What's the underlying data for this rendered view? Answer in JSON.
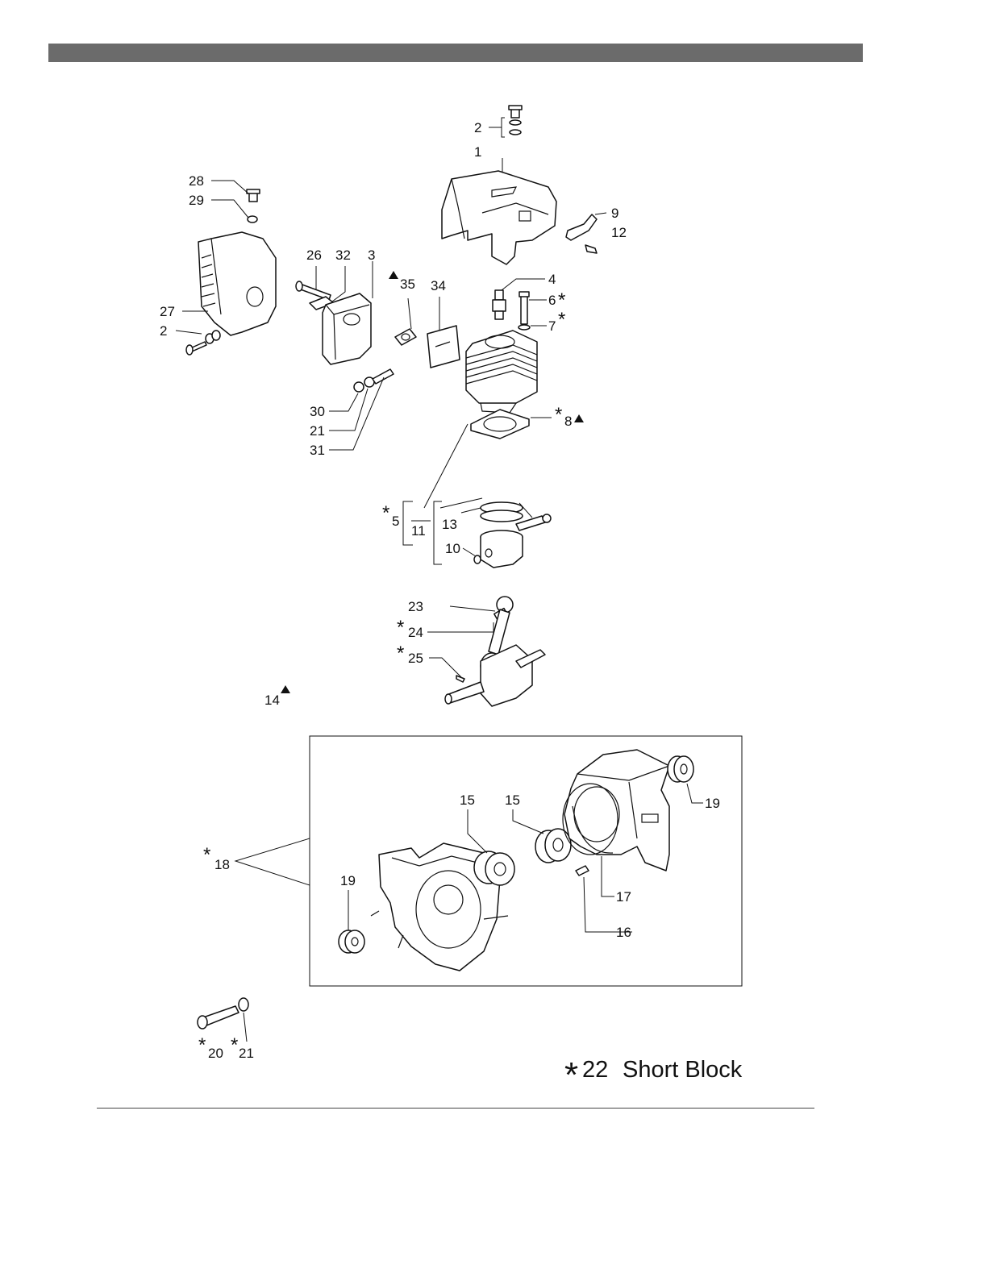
{
  "callouts": {
    "c1": "1",
    "c2a": "2",
    "c2b": "2",
    "c3": "3",
    "c4": "4",
    "c5": "5",
    "c6": "6",
    "c7": "7",
    "c8": "8",
    "c9": "9",
    "c10": "10",
    "c11": "11",
    "c12": "12",
    "c13": "13",
    "c14": "14",
    "c15a": "15",
    "c15b": "15",
    "c16": "16",
    "c17": "17",
    "c18": "18",
    "c19a": "19",
    "c19b": "19",
    "c20": "20",
    "c21a": "21",
    "c21b": "21",
    "c23": "23",
    "c24": "24",
    "c25": "25",
    "c26": "26",
    "c27": "27",
    "c28": "28",
    "c29": "29",
    "c30": "30",
    "c31": "31",
    "c32": "32",
    "c34": "34",
    "c35": "35"
  },
  "star_symbol": "*",
  "short_block": {
    "star": "*",
    "number": "22",
    "label": "Short Block"
  },
  "colors": {
    "header_bar": "#6b6b6b",
    "line": "#111111"
  }
}
